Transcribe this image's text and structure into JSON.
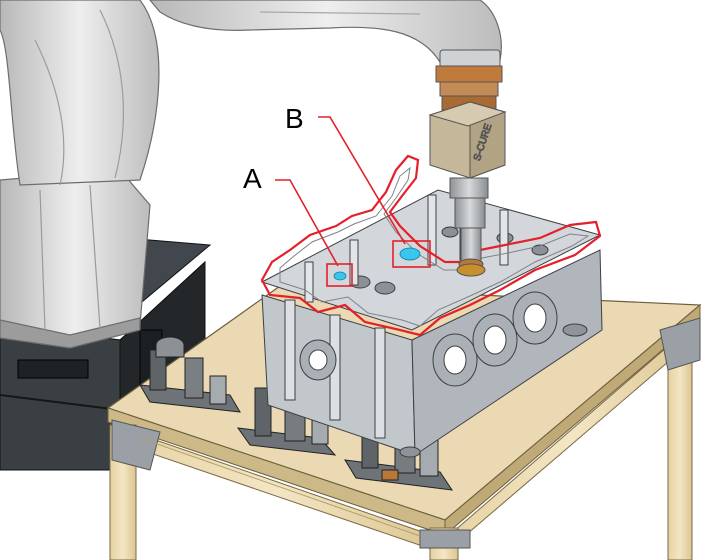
{
  "callouts": [
    {
      "letter": "A",
      "color": "#e4202a",
      "highlight": "#39c6ee"
    },
    {
      "letter": "B",
      "color": "#e4202a",
      "highlight": "#39c6ee"
    }
  ],
  "sensor_label": "S-CURE",
  "colors": {
    "robot": "#d8d8d8",
    "robot_shadow": "#a9a9a9",
    "stand": "#2b2f33",
    "table_top": "#e8d9b3",
    "table_frame": "#d8c79a",
    "engine_head": "#c6cbd0",
    "path_outline": "#e4202a",
    "sensor_block": "#c4b79a",
    "spindle_bronze": "#b87838"
  }
}
